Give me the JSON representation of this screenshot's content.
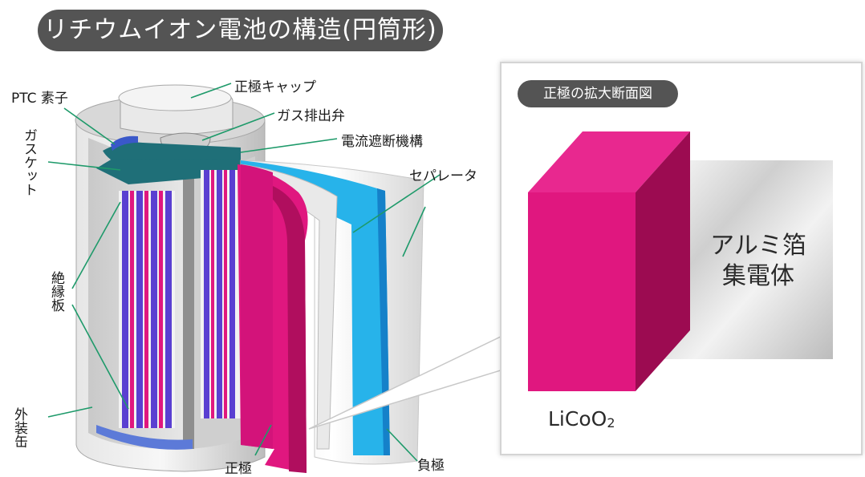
{
  "title": "リチウムイオン電池の構造(円筒形)",
  "labels": {
    "ptc": "PTC 素子",
    "cap": "正極キャップ",
    "vent": "ガス排出弁",
    "cid": "電流遮断機構",
    "gasket": "ガスケット",
    "separator": "セパレータ",
    "insulator": "絶縁板",
    "can": "外装缶",
    "positive": "正極",
    "negative": "負極"
  },
  "detail": {
    "title": "正極の拡大断面図",
    "foil_line1": "アルミ箔",
    "foil_line2": "集電体",
    "active_main": "LiCoO",
    "active_sub": "2"
  },
  "colors": {
    "magenta": "#e0177f",
    "cyan": "#22a8e3",
    "teal": "#1f6f78",
    "blue_plate": "#4a6fd6",
    "gray": "#9a9a9a",
    "pill": "#545454"
  }
}
